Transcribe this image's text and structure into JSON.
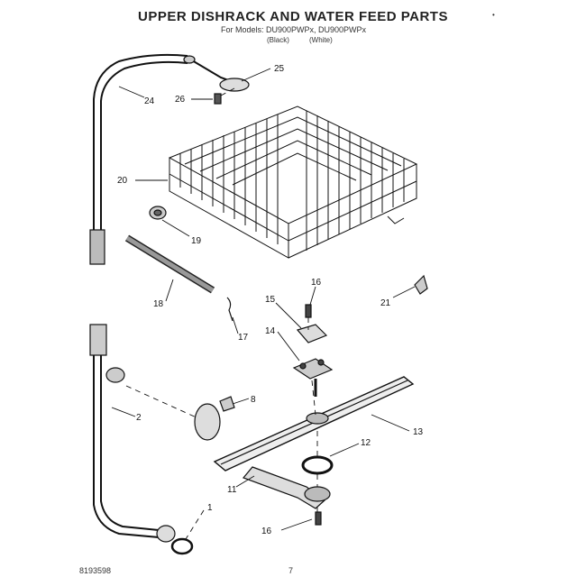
{
  "header": {
    "title": "UPPER DISHRACK AND WATER FEED PARTS",
    "models": "For Models: DU900PWPx, DU900PWPx",
    "variant_black": "(Black)",
    "variant_white": "(White)",
    "corner_mark": "•"
  },
  "callouts": [
    "25",
    "24",
    "26",
    "20",
    "19",
    "18",
    "16",
    "15",
    "21",
    "17",
    "14",
    "8",
    "2",
    "13",
    "12",
    "11",
    "1",
    "16"
  ],
  "footer": {
    "part_number": "8193598",
    "page": "7"
  }
}
